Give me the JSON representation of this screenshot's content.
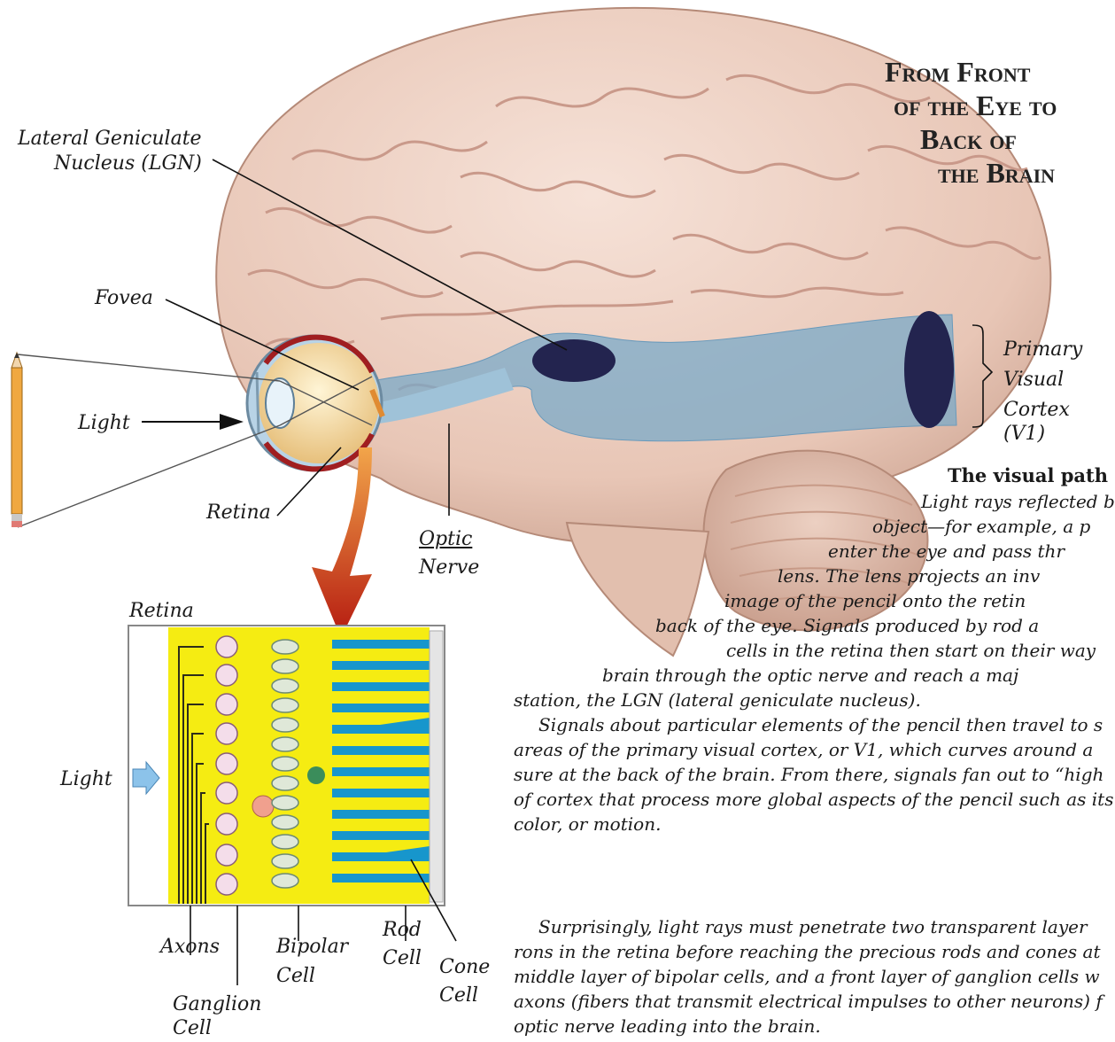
{
  "title": {
    "line1": "From Front",
    "line2": "of the Eye to",
    "line3": "Back of",
    "line4": "the Brain"
  },
  "labels": {
    "lgn": [
      "Lateral Geniculate",
      "Nucleus (LGN)"
    ],
    "fovea": "Fovea",
    "light_eye": "Light",
    "retina_eye": "Retina",
    "optic_nerve": [
      "Optic",
      "Nerve"
    ],
    "v1": [
      "Primary",
      "Visual",
      "Cortex (V1)"
    ],
    "retina_inset_title": "Retina",
    "light_inset": "Light",
    "axons": "Axons",
    "ganglion": [
      "Ganglion",
      "Cell"
    ],
    "bipolar": [
      "Bipolar",
      "Cell"
    ],
    "rod": [
      "Rod",
      "Cell"
    ],
    "cone": [
      "Cone",
      "Cell"
    ]
  },
  "text": {
    "heading": "The visual path",
    "lines": [
      "Light rays reflected b",
      "object—for example, a p",
      "enter the eye and pass thr",
      "lens. The lens projects an inv",
      "image of the pencil onto the retin",
      "back of the eye. Signals produced by rod a",
      "cells in the retina then start on their way",
      "brain through the optic nerve and reach a maj",
      "station, the LGN (lateral geniculate nucleus).",
      "Signals about particular elements of the pencil then travel to s",
      "areas of the primary visual cortex, or V1, which curves around a",
      "sure at the back of the brain. From there, signals fan out to “high",
      "of cortex that process more global aspects of the pencil such as its",
      "color, or motion.",
      "Surprisingly, light rays must penetrate two transparent layer",
      "rons in the retina before reaching the precious rods and cones at",
      "middle layer of bipolar cells, and a front layer of ganglion cells w",
      "axons (fibers that transmit electrical impulses to other neurons) f",
      "optic nerve leading into the brain."
    ]
  },
  "colors": {
    "brain": "#eccdbf",
    "visual_path": "#8fb6d0",
    "lgn_v1": "#23244f",
    "retina_yellow": "#f5ec12",
    "rod_blue": "#1796cc",
    "arrow": "#cc3a10"
  }
}
